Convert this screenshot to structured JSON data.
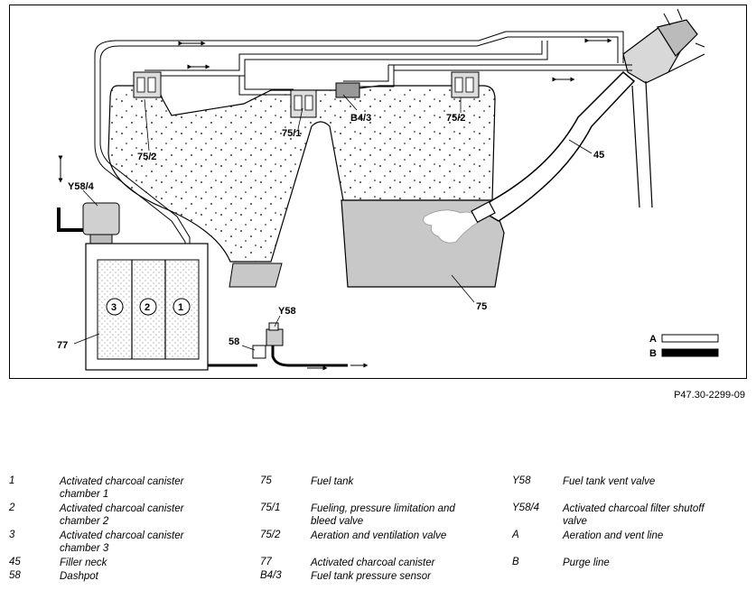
{
  "diagram": {
    "callouts": {
      "c45": "45",
      "c75": "75",
      "c75_1": "75/1",
      "c75_2a": "75/2",
      "c75_2b": "75/2",
      "c77": "77",
      "c58": "58",
      "cY58": "Y58",
      "cY58_4": "Y58/4",
      "cB4_3": "B4/3",
      "chamber1": "1",
      "chamber2": "2",
      "chamber3": "3"
    },
    "line_key": {
      "a_label": "A",
      "b_label": "B"
    },
    "figure_ref": "P47.30-2299-09"
  },
  "legend": {
    "rows": [
      [
        {
          "code": "1",
          "text": "Activated charcoal canister chamber 1"
        },
        {
          "code": "75",
          "text": "Fuel tank"
        },
        {
          "code": "Y58",
          "text": "Fuel tank vent valve"
        }
      ],
      [
        {
          "code": "2",
          "text": "Activated charcoal canister chamber 2"
        },
        {
          "code": "75/1",
          "text": "Fueling, pressure limitation and bleed valve"
        },
        {
          "code": "Y58/4",
          "text": "Activated charcoal filter shutoff valve"
        }
      ],
      [
        {
          "code": "3",
          "text": "Activated charcoal canister chamber 3"
        },
        {
          "code": "75/2",
          "text": "Aeration and ventilation valve"
        },
        {
          "code": "A",
          "text": "Aeration and vent line"
        }
      ],
      [
        {
          "code": "45",
          "text": "Filler neck"
        },
        {
          "code": "77",
          "text": "Activated charcoal canister"
        },
        {
          "code": "B",
          "text": "Purge line"
        }
      ],
      [
        {
          "code": "58",
          "text": "Dashpot"
        },
        {
          "code": "B4/3",
          "text": "Fuel tank pressure sensor"
        },
        {
          "code": "",
          "text": ""
        }
      ]
    ]
  }
}
